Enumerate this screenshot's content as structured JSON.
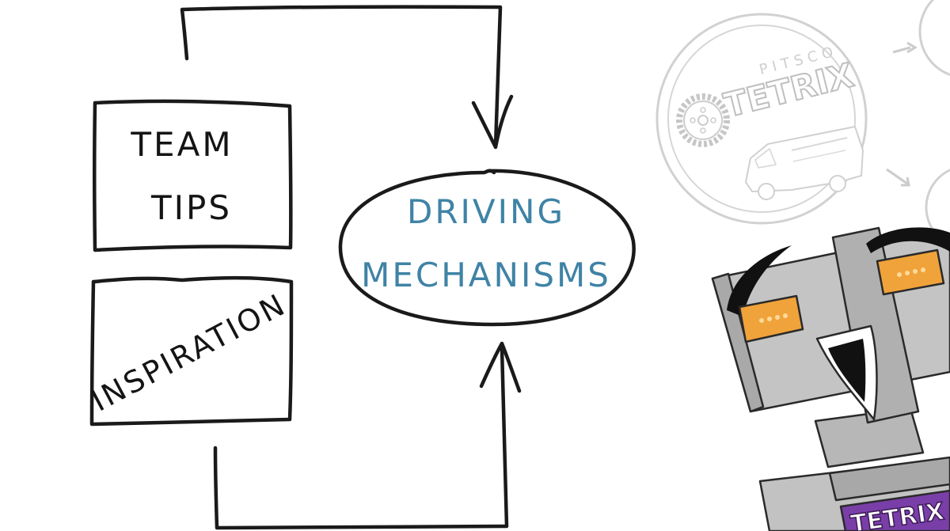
{
  "diagram": {
    "center_label": {
      "line1": "DRIVING",
      "line2": "MECHANISMS",
      "color": "#3f83a6"
    },
    "boxes": [
      {
        "line1": "TEAM",
        "line2": "TIPS"
      },
      {
        "label": "INSPIRATION"
      }
    ],
    "logo": {
      "brand_small": "PITSCO",
      "brand_main": "TETRIX",
      "robot_badge": "TETRIX",
      "badge_color": "#7a3ea8",
      "eye_color": "#f0a33a"
    },
    "icons": [
      "gear-icon",
      "van-icon",
      "robot-mascot-icon"
    ]
  }
}
